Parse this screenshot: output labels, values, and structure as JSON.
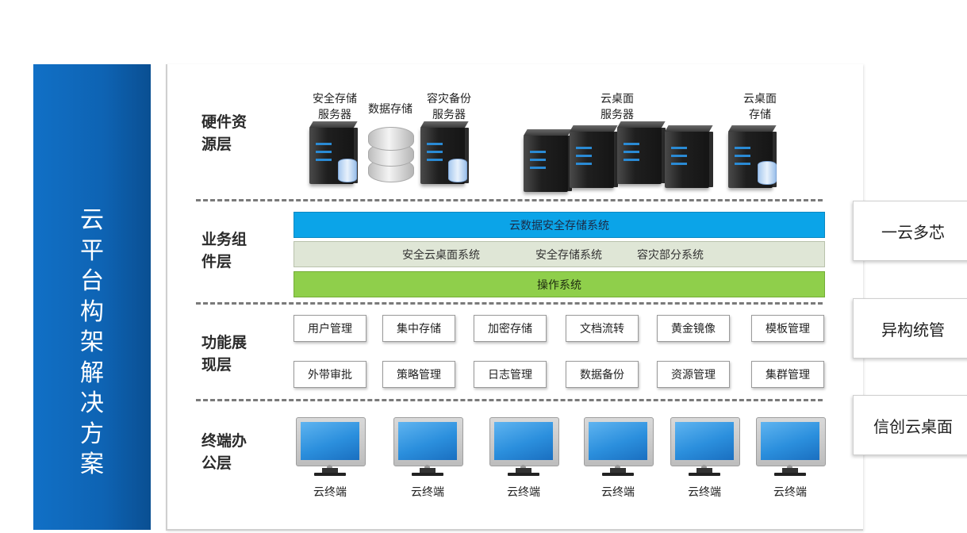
{
  "banner": {
    "chars": [
      "云",
      "平",
      "台",
      "构",
      "架",
      "解",
      "决",
      "方",
      "案"
    ]
  },
  "layers": {
    "hardware": {
      "line1": "硬件资",
      "line2": "源层"
    },
    "business": {
      "line1": "业务组",
      "line2": "件层"
    },
    "function": {
      "line1": "功能展",
      "line2": "现层"
    },
    "terminal": {
      "line1": "终端办",
      "line2": "公层"
    }
  },
  "hardware": {
    "secure_storage_server": {
      "line1": "安全存储",
      "line2": "服务器"
    },
    "data_storage": "数据存储",
    "dr_backup_server": {
      "line1": "容灾备份",
      "line2": "服务器"
    },
    "desktop_server": {
      "line1": "云桌面",
      "line2": "服务器"
    },
    "desktop_storage": {
      "line1": "云桌面",
      "line2": "存储"
    }
  },
  "business": {
    "top_bar": "云数据安全存储系统",
    "middle_bar": [
      "安全云桌面系统",
      "安全存储系统",
      "容灾部分系统"
    ],
    "bottom_bar": "操作系统"
  },
  "functions": {
    "row1": [
      "用户管理",
      "集中存储",
      "加密存储",
      "文档流转",
      "黄金镜像",
      "模板管理"
    ],
    "row2": [
      "外带审批",
      "策略管理",
      "日志管理",
      "数据备份",
      "资源管理",
      "集群管理"
    ]
  },
  "terminals": {
    "label": "云终端"
  },
  "side_badges": [
    "一云多芯",
    "异构统管",
    "信创云桌面"
  ],
  "colors": {
    "banner": "#0e63b3",
    "top_bar": "#0ba4e8",
    "middle_bar": "#dfe6d6",
    "bottom_bar": "#8fcf4b"
  }
}
